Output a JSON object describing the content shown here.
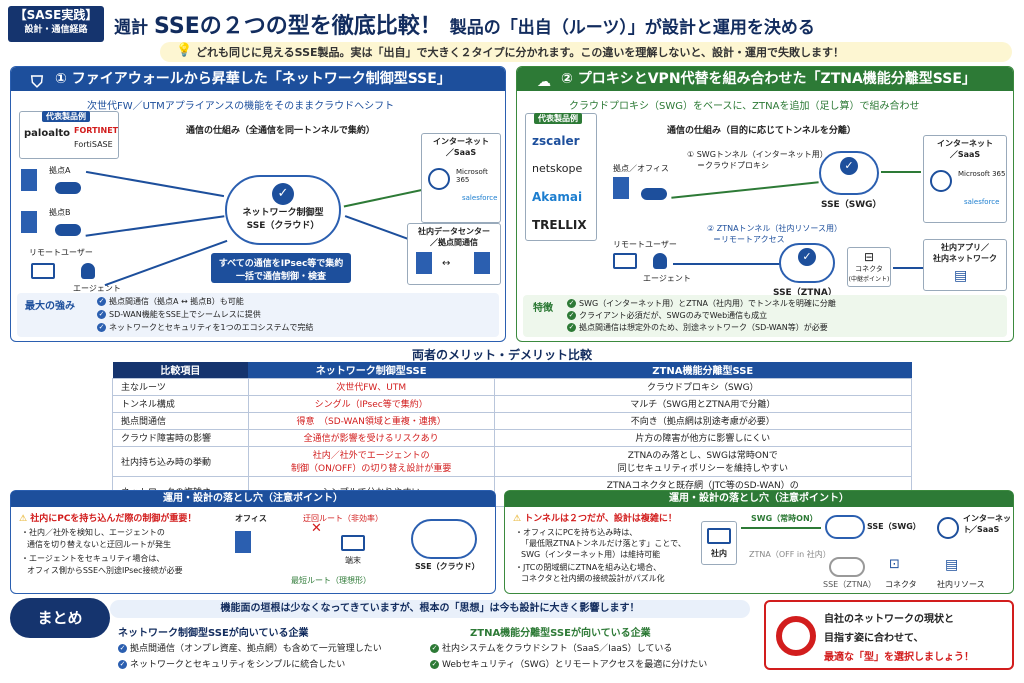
{
  "header": {
    "tag_line1": "【SASE実践】",
    "tag_line2": "設計・通信経路",
    "title_prefix": "週計",
    "title_main": "SSEの２つの型を徹底比較！",
    "title_sub": "製品の「出自（ルーツ）」が設計と運用を決める",
    "subtitle": "どれも同じに見えるSSE製品。実は「出自」で大きく２タイプに分かれます。この違いを理解しないと、設計・運用で失敗します！"
  },
  "left": {
    "heading": "① ファイアウォールから昇華した「ネットワーク制御型SSE」",
    "lead": "次世代FW／UTMアプライアンスの機能をそのままクラウドへシフト",
    "products_label": "代表製品例",
    "products": [
      "paloalto",
      "FORTINET",
      "FortiSASE"
    ],
    "mechanism": "通信の仕組み（全通信を同一トンネルで集約）",
    "site_a": "拠点A",
    "site_b": "拠点B",
    "remote_user": "リモートユーザー",
    "agent": "エージェント",
    "cloud": "ネットワーク制御型\nSSE（クラウド）",
    "cloud_line1": "ネットワーク制御型",
    "cloud_line2": "SSE（クラウド）",
    "internet": "インターネット\n／SaaS",
    "internet_l1": "インターネット",
    "internet_l2": "／SaaS",
    "ms365": "Microsoft 365",
    "salesforce": "salesforce",
    "dc_l1": "社内データセンター",
    "dc_l2": "／拠点間通信",
    "ipsec_l1": "すべての通信をIPsec等で集約",
    "ipsec_l2": "一括で通信制御・検査",
    "strength_label": "最大の強み",
    "strengths": [
      "拠点間通信（拠点A ↔ 拠点B）も可能",
      "SD-WAN機能をSSE上でシームレスに提供",
      "ネットワークとセキュリティを1つのエコシステムで完結"
    ]
  },
  "right": {
    "heading": "② プロキシとVPN代替を組み合わせた「ZTNA機能分離型SSE」",
    "lead": "クラウドプロキシ（SWG）をベースに、ZTNAを追加（足し算）で組み合わせ",
    "products_label": "代表製品例",
    "products": [
      "zscaler",
      "netskope",
      "Akamai",
      "TRELLIX"
    ],
    "mechanism": "通信の仕組み（目的に応じてトンネルを分離）",
    "site": "拠点／オフィス",
    "tunnel1_l1": "① SWGトンネル（インターネット用）",
    "tunnel1_l2": "＝クラウドプロキシ",
    "tunnel2_l1": "② ZTNAトンネル（社内リソース用）",
    "tunnel2_l2": "＝リモートアクセス",
    "sse_swg": "SSE（SWG）",
    "sse_ztna": "SSE（ZTNA）",
    "connector_l1": "コネクタ",
    "connector_l2": "(中継ポイント)",
    "remote_user": "リモートユーザー",
    "agent": "エージェント",
    "internet_l1": "インターネット",
    "internet_l2": "／SaaS",
    "ms365": "Microsoft 365",
    "salesforce": "salesforce",
    "app_l1": "社内アプリ／",
    "app_l2": "社内ネットワーク",
    "feature_label": "特徴",
    "features": [
      "SWG（インターネット用）とZTNA（社内用）でトンネルを明確に分離",
      "クライアント必須だが、SWGのみでWeb通信も成立",
      "拠点間通信は想定外のため、別途ネットワーク（SD-WAN等）が必要"
    ]
  },
  "compare": {
    "title": "両者のメリット・デメリット比較",
    "headers": [
      "比較項目",
      "ネットワーク制御型SSE",
      "ZTNA機能分離型SSE"
    ],
    "rows": [
      {
        "item": "主なルーツ",
        "left": "次世代FW、UTM",
        "left_red": true,
        "right": "クラウドプロキシ（SWG）"
      },
      {
        "item": "トンネル構成",
        "left": "シングル（IPsec等で集約）",
        "left_red": true,
        "right": "マルチ（SWG用とZTNA用で分離）"
      },
      {
        "item": "拠点間通信",
        "left": "得意　（SD-WAN領域と重複・連携）",
        "left_red": true,
        "right": "不向き（拠点網は別途考慮が必要）"
      },
      {
        "item": "クラウド障害時の影響",
        "left": "全通信が影響を受けるリスクあり",
        "left_red": true,
        "right": "片方の障害が他方に影響しにくい"
      },
      {
        "item": "社内持ち込み時の挙動",
        "left": "社内／社外でエージェントの\n制御（ON/OFF）の切り替え設計が重要",
        "left_red": true,
        "right": "ZTNAのみ落とし、SWGは常時ONで\n同じセキュリティポリシーを維持しやすい"
      },
      {
        "item": "ネットワークの複雑さ",
        "left": "シンプルで分かりやすい",
        "left_red": false,
        "right": "ZTNAコネクタと既存網（JTC等のSD-WAN）の\n相互接続ポイントの設計が複雑になりがち"
      }
    ]
  },
  "pitfall_left": {
    "heading": "運用・設計の落とし穴（注意ポイント）",
    "warn": "社内にPCを持ち込んだ際の制御が重要！",
    "b1": "・社内／社外を検知し、エージェントの",
    "b1b": "通信を切り替えないと迂回ルートが発生",
    "b2": "・エージェントをセキュリティ場合は、",
    "b2b": "オフィス側からSSEへ別途IPsec接続が必要",
    "office": "オフィス",
    "detour": "迂回ルート（非効率）",
    "terminal": "端末",
    "sse": "SSE（クラウド）",
    "optimal": "最短ルート（理想形）"
  },
  "pitfall_right": {
    "heading": "運用・設計の落とし穴（注意ポイント）",
    "warn": "トンネルは２つだが、設計は複雑に！",
    "b1": "・オフィスにPCを持ち込み時は、",
    "b1b": "「最低限ZTNAトンネルだけ落とす」ことで、",
    "b1c": "SWG（インターネット用）は維持可能",
    "b2": "・JTCの閉域網にZTNAを組み込む場合、",
    "b2b": "コネクタと社内網の接続設計がパズル化",
    "swg_on": "SWG（常時ON）",
    "sse_swg": "SSE（SWG）",
    "internet_l1": "インターネット",
    "internet_l2": "／SaaS",
    "ztna_off": "ZTNA（OFF in 社内）",
    "inhouse": "社内",
    "sse_ztna": "SSE（ZTNA）",
    "connector": "コネクタ",
    "resource": "社内リソース"
  },
  "summary": {
    "label": "まとめ",
    "banner": "機能面の垣根は少なくなってきていますが、根本の「思想」は今も設計に大きく影響します！",
    "left_head": "ネットワーク制御型SSEが向いている企業",
    "left_items": [
      "拠点間通信（オンプレ資産、拠点網）も含めて一元管理したい",
      "ネットワークとセキュリティをシンプルに統合したい"
    ],
    "right_head": "ZTNA機能分離型SSEが向いている企業",
    "right_items": [
      "社内システムをクラウドシフト（SaaS／IaaS）している",
      "Webセキュリティ（SWG）とリモートアクセスを最適に分けたい"
    ],
    "cta_l1": "自社のネットワークの現状と",
    "cta_l2": "目指す姿に合わせて、",
    "cta_l3": "最適な「型」を選択しましょう！"
  },
  "colors": {
    "navy": "#15346e",
    "blue": "#1d4f9c",
    "green": "#2d7a36",
    "red": "#d21d1d"
  }
}
